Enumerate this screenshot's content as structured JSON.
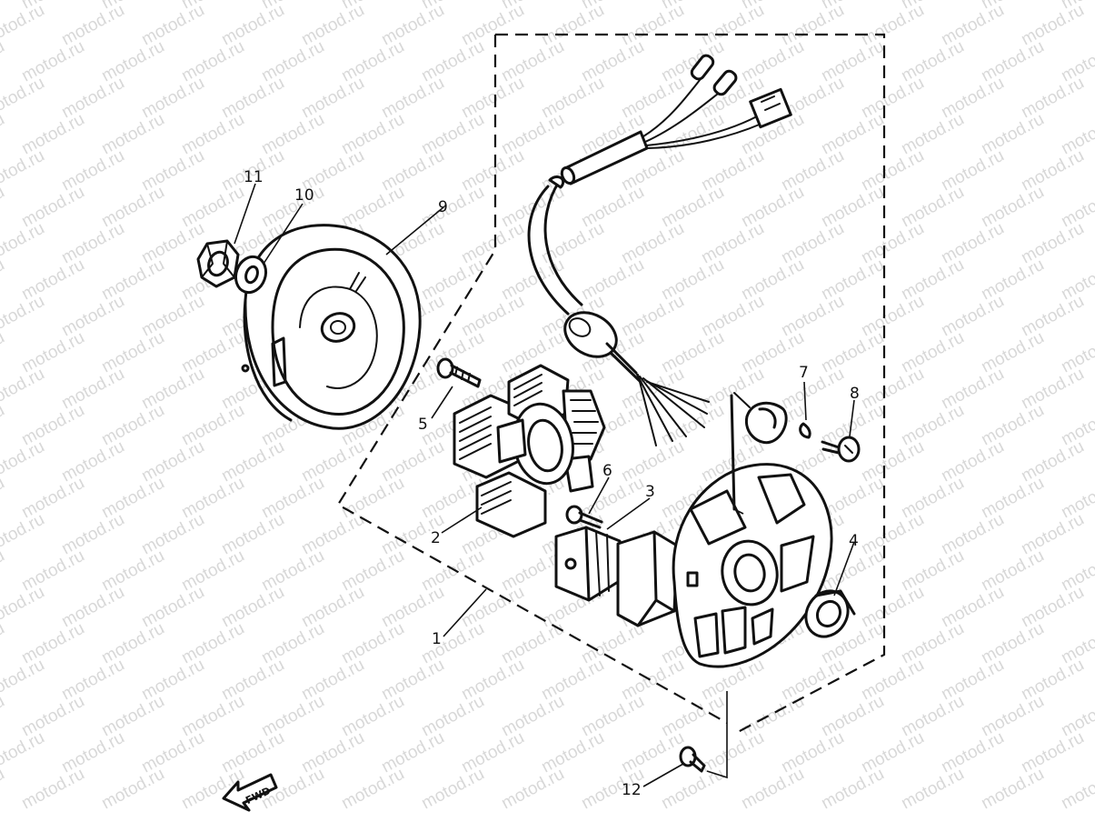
{
  "watermark": "motod.ru",
  "direction_badge": "FWD",
  "part_callouts": [
    {
      "id": "1",
      "label": "1"
    },
    {
      "id": "2",
      "label": "2"
    },
    {
      "id": "3",
      "label": "3"
    },
    {
      "id": "4",
      "label": "4"
    },
    {
      "id": "5",
      "label": "5"
    },
    {
      "id": "6",
      "label": "6"
    },
    {
      "id": "7",
      "label": "7"
    },
    {
      "id": "8",
      "label": "8"
    },
    {
      "id": "9",
      "label": "9"
    },
    {
      "id": "10",
      "label": "10"
    },
    {
      "id": "11",
      "label": "11"
    },
    {
      "id": "12",
      "label": "12"
    }
  ],
  "colors": {
    "ink": "#111111",
    "watermark": "#b9b9b9",
    "background": "#ffffff"
  }
}
